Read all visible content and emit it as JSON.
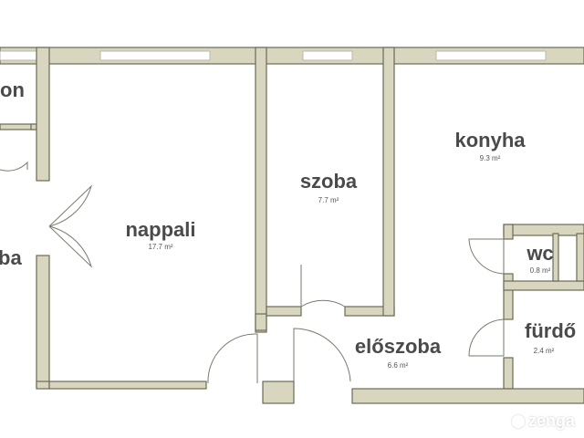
{
  "rooms": [
    {
      "id": "balkon",
      "name": "on",
      "area": ""
    },
    {
      "id": "left",
      "name": "ba",
      "area": ""
    },
    {
      "id": "nappali",
      "name": "nappali",
      "area": "17.7 m²"
    },
    {
      "id": "szoba",
      "name": "szoba",
      "area": "7.7 m²"
    },
    {
      "id": "konyha",
      "name": "konyha",
      "area": "9.3 m²"
    },
    {
      "id": "wc",
      "name": "wc",
      "area": "0.8 m²"
    },
    {
      "id": "furdo",
      "name": "fürdő",
      "area": "2.4 m²"
    },
    {
      "id": "eloszoba",
      "name": "előszoba",
      "area": "6.6 m²"
    }
  ],
  "brand": {
    "name": "zenga",
    "icon": "zenga-logo-icon"
  },
  "colors": {
    "wall": "#d9d6bf",
    "wall_outline": "#6b6b58",
    "text": "#4a4a4a"
  }
}
